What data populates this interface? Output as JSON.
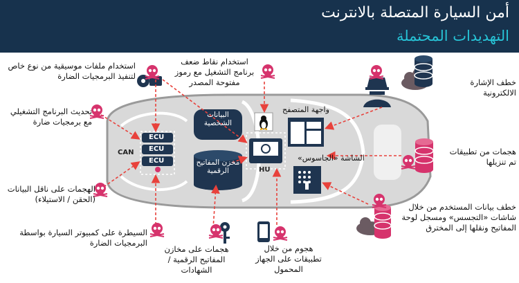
{
  "header": {
    "title": "أمن السيارة المتصلة بالانترنت",
    "subtitle": "التهديدات المحتملة"
  },
  "car": {
    "can_label": "CAN",
    "ecu_labels": [
      "ECU",
      "ECU",
      "ECU"
    ],
    "hu_label": "HU",
    "personal_data": "البيانات الشخصية",
    "key_store": "مخزن المفاتيح الرقمية",
    "browser_ui": "واجهة المتصفح",
    "spy_screen": "الشاشة «الجاسوس»"
  },
  "threats": {
    "music_files": "استخدام ملفات موسيقية من نوع خاص لتنفيذ البرمجيات الضارة",
    "os_vuln": "استخدام نقاط ضعف برنامج التشغيل مع رموز مفتوحة المصدر",
    "signal_hijack": "خطف الإشارة الالكترونية",
    "firmware_update": "تحديث البرنامج التشغيلي مع برمجيات ضارة",
    "downloaded_apps": "هجمات من تطبيقات تم تنزيلها",
    "data_bus": "الهجمات على ناقل البيانات (الحقن / الاستيلاء)",
    "user_data": "خطف بيانات المستخدم من خلال شاشات «التجسس» ومسجل لوحة المفاتيح ونقلها إلى المخترق",
    "computer_control": "السيطرة على كمبيوتر السيارة بواسطة البرمجيات الضارة",
    "key_storage": "هجمات على مخازن المفاتيح الرقمية / الشهادات",
    "mobile_apps": "هجوم من خلال تطبيقات على الجهاز المحمول"
  },
  "colors": {
    "header_bg": "#17324d",
    "subtitle": "#27c3d6",
    "skull": "#d6336c",
    "arrow": "#e8413b",
    "car_body": "#d9d9d9",
    "cloud": "#6b5b62"
  }
}
